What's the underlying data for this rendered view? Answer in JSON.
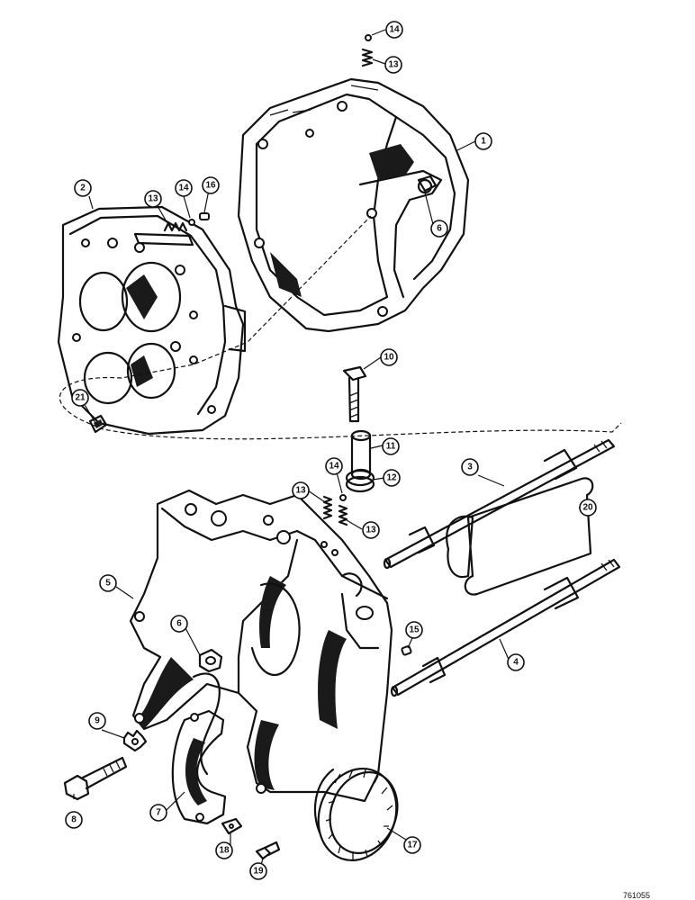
{
  "drawing_number": "761055",
  "callouts": [
    {
      "label": "1"
    },
    {
      "label": "2"
    },
    {
      "label": "3"
    },
    {
      "label": "4"
    },
    {
      "label": "5"
    },
    {
      "label": "6"
    },
    {
      "label": "6"
    },
    {
      "label": "7"
    },
    {
      "label": "8"
    },
    {
      "label": "9"
    },
    {
      "label": "10"
    },
    {
      "label": "11"
    },
    {
      "label": "12"
    },
    {
      "label": "13"
    },
    {
      "label": "13"
    },
    {
      "label": "13"
    },
    {
      "label": "13"
    },
    {
      "label": "14"
    },
    {
      "label": "14"
    },
    {
      "label": "14"
    },
    {
      "label": "15"
    },
    {
      "label": "16"
    },
    {
      "label": "17"
    },
    {
      "label": "18"
    },
    {
      "label": "19"
    },
    {
      "label": "20"
    },
    {
      "label": "21"
    }
  ]
}
